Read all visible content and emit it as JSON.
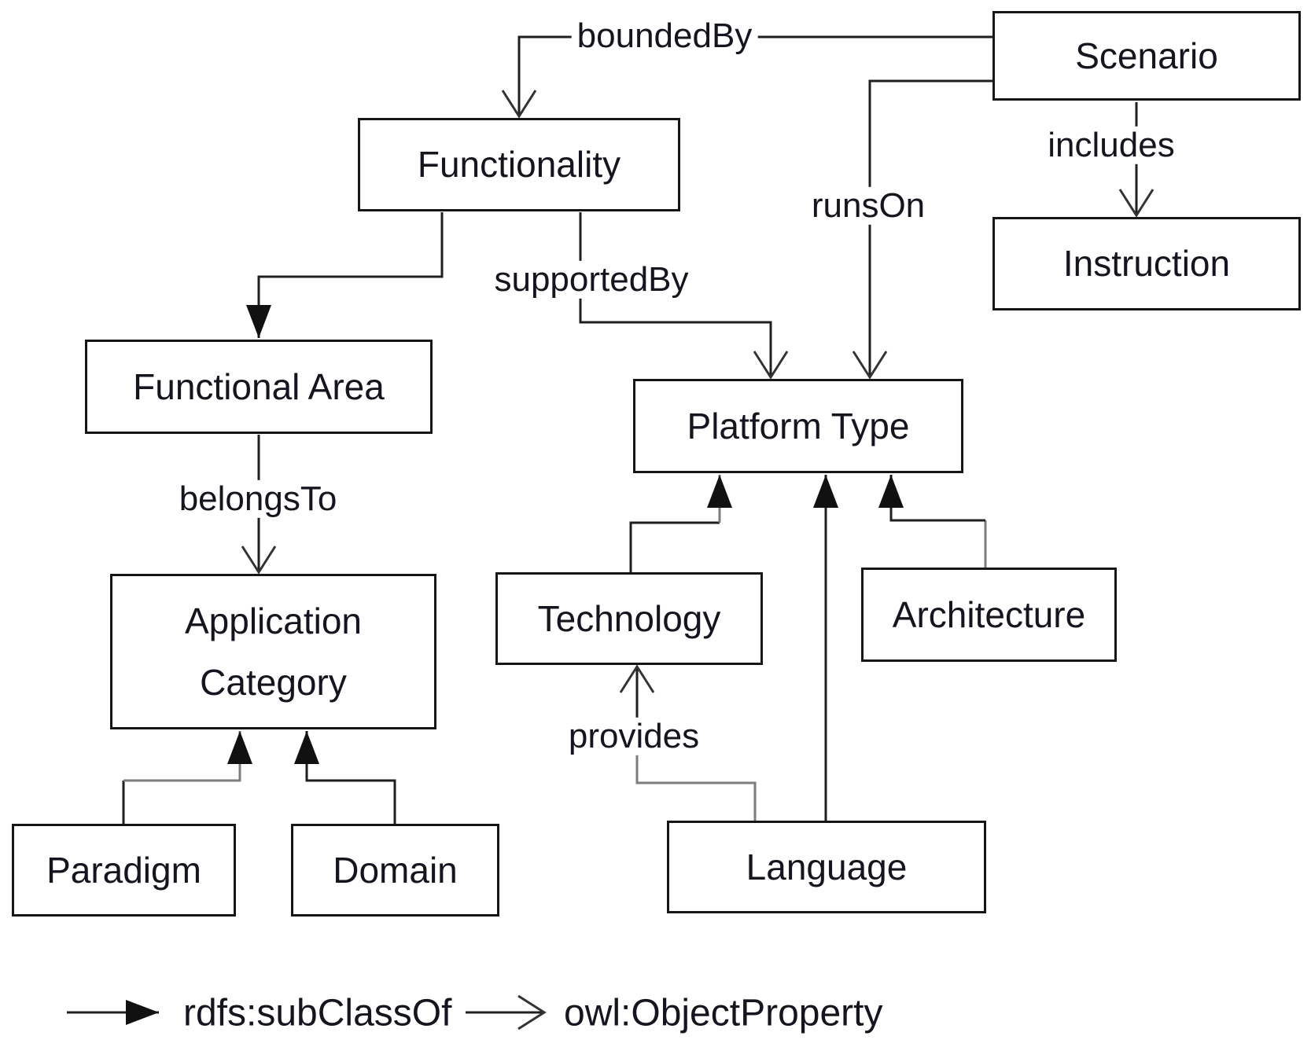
{
  "diagram": {
    "nodes": {
      "scenario": {
        "label": "Scenario"
      },
      "functionality": {
        "label": "Functionality"
      },
      "instruction": {
        "label": "Instruction"
      },
      "functional_area": {
        "label": "Functional Area"
      },
      "platform_type": {
        "label": "Platform Type"
      },
      "application_category": {
        "label": "Application Category"
      },
      "technology": {
        "label": "Technology"
      },
      "architecture": {
        "label": "Architecture"
      },
      "paradigm": {
        "label": "Paradigm"
      },
      "domain": {
        "label": "Domain"
      },
      "language": {
        "label": "Language"
      }
    },
    "edge_labels": {
      "bounded_by": "boundedBy",
      "includes": "includes",
      "runs_on": "runsOn",
      "supported_by": "supportedBy",
      "belongs_to": "belongsTo",
      "provides": "provides"
    },
    "edges": [
      {
        "from": "Scenario",
        "to": "Functionality",
        "label": "boundedBy",
        "type": "owl:ObjectProperty"
      },
      {
        "from": "Scenario",
        "to": "Instruction",
        "label": "includes",
        "type": "owl:ObjectProperty"
      },
      {
        "from": "Scenario",
        "to": "Platform Type",
        "label": "runsOn",
        "type": "owl:ObjectProperty"
      },
      {
        "from": "Functionality",
        "to": "Platform Type",
        "label": "supportedBy",
        "type": "owl:ObjectProperty"
      },
      {
        "from": "Functional Area",
        "to": "Application Category",
        "label": "belongsTo",
        "type": "owl:ObjectProperty"
      },
      {
        "from": "Language",
        "to": "Technology",
        "label": "provides",
        "type": "owl:ObjectProperty"
      },
      {
        "from": "Functionality",
        "to": "Functional Area",
        "label": "",
        "type": "rdfs:subClassOf"
      },
      {
        "from": "Paradigm",
        "to": "Application Category",
        "label": "",
        "type": "rdfs:subClassOf"
      },
      {
        "from": "Domain",
        "to": "Application Category",
        "label": "",
        "type": "rdfs:subClassOf"
      },
      {
        "from": "Technology",
        "to": "Platform Type",
        "label": "",
        "type": "rdfs:subClassOf"
      },
      {
        "from": "Language",
        "to": "Platform Type",
        "label": "",
        "type": "rdfs:subClassOf"
      },
      {
        "from": "Architecture",
        "to": "Platform Type",
        "label": "",
        "type": "rdfs:subClassOf"
      }
    ],
    "legend": {
      "items": [
        {
          "marker": "filled-arrow",
          "label": "rdfs:subClassOf"
        },
        {
          "marker": "open-arrow",
          "label": "owl:ObjectProperty"
        }
      ]
    },
    "colors": {
      "line": "#1f1f1f",
      "muted_line": "#7d7d7d",
      "text": "#15151f",
      "background": "#ffffff"
    }
  }
}
